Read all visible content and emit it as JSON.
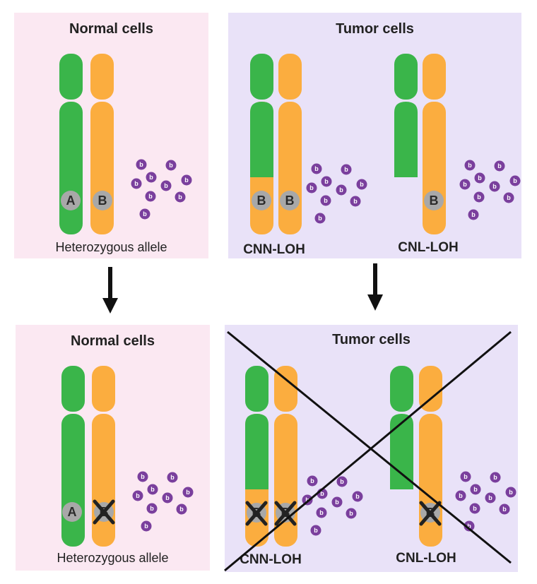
{
  "colors": {
    "normal_bg": "#fbe8f2",
    "tumor_bg": "#e9e2f8",
    "green": "#3ab54a",
    "orange": "#fbad3f",
    "allele_circle": "#a8a8a8",
    "molecule": "#7a3f9d",
    "arrow": "#111111"
  },
  "top": {
    "normal": {
      "title": "Normal cells",
      "caption": "Heterozygous allele",
      "alleles": [
        "A",
        "B"
      ]
    },
    "tumor": {
      "title": "Tumor cells",
      "cnn_label": "CNN-LOH",
      "cnl_label": "CNL-LOH",
      "cnn_alleles": [
        "B",
        "B"
      ],
      "cnl_alleles": [
        "B"
      ]
    }
  },
  "bottom": {
    "normal": {
      "title": "Normal cells",
      "caption": "Heterozygous allele",
      "alleles": [
        "A",
        "B"
      ],
      "blocked": [
        "B"
      ]
    },
    "tumor": {
      "title": "Tumor cells",
      "cnn_label": "CNN-LOH",
      "cnl_label": "CNL-LOH",
      "cnn_alleles": [
        "B",
        "B"
      ],
      "cnl_alleles": [
        "B"
      ],
      "crossed_out": true
    }
  },
  "molecule_label": "b",
  "icons": {
    "arrow": "down-arrow-icon",
    "cross": "x-mark-icon"
  }
}
